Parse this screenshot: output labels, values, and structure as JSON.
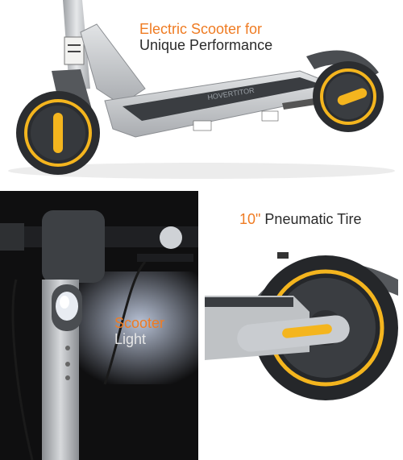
{
  "top_panel": {
    "caption_line1": "Electric Scooter for",
    "caption_line2": "Unique Performance",
    "deck_brand": "HOVERTITOR"
  },
  "bottom_left_panel": {
    "caption_line1": "Scooter",
    "caption_line2": "Light"
  },
  "bottom_right_panel": {
    "caption_prefix": "10\"",
    "caption_suffix": " Pneumatic Tire"
  },
  "colors": {
    "accent": "#ef7b22",
    "wheel_rim": "#f4b51e",
    "scooter_body": "#bfc2c5",
    "deck": "#3a3d41"
  }
}
